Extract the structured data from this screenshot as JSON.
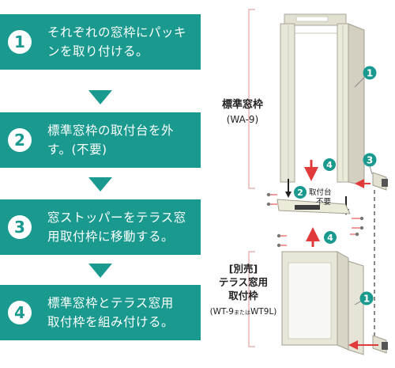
{
  "steps": [
    {
      "number": "1",
      "text_line1": "それぞれの窓枠にパッキ",
      "text_line2": "ンを取り付ける。"
    },
    {
      "number": "2",
      "text_line1": "標準窓枠の取付台を外",
      "text_line2": "す。(不要)"
    },
    {
      "number": "3",
      "text_line1": "窓ストッパーをテラス窓",
      "text_line2": "用取付枠に移動する。"
    },
    {
      "number": "4",
      "text_line1": "標準窓枠とテラス窓用",
      "text_line2": "取付枠を組み付ける。"
    }
  ],
  "diagram": {
    "standard_frame": {
      "name": "標準窓枠",
      "model": "(WA-9)"
    },
    "terrace_frame": {
      "line1": "[別売]",
      "line2": "テラス窓用",
      "line3": "取付枠",
      "model_prefix": "(WT-9",
      "model_mid": "または",
      "model_suffix": "WT9L)"
    },
    "mount_note": {
      "line1": "取付台",
      "line2": "不要"
    },
    "callouts": {
      "c1_top": "1",
      "c1_bottom": "1",
      "c2": "2",
      "c3": "3",
      "c4_top": "4",
      "c4_bottom": "4"
    },
    "colors": {
      "teal": "#1a9a8f",
      "red": "#e03a3a",
      "bracket_pink": "#e8a4a4"
    }
  }
}
